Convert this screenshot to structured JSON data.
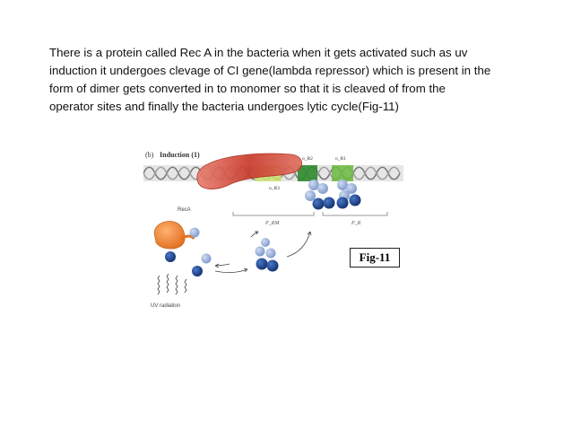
{
  "text": {
    "lines": [
      "There is a protein called Rec A in the bacteria when it gets activated such as uv",
      "induction it undergoes clevage of CI gene(lambda repressor) which is present in the",
      "form of dimer gets converted in to monomer so that it is cleaved of from the",
      "operator sites and finally the bacteria undergoes lytic cycle(Fig-11)"
    ]
  },
  "figure": {
    "panel_label": "(b)",
    "panel_title": "Induction (1)",
    "reca_label": "RecA",
    "uv_label": "UV radiation",
    "operator_labels": [
      "o_R2",
      "o_R1",
      "o_R3"
    ],
    "promoter_labels": [
      "P_RM",
      "P_R"
    ],
    "colors": {
      "reca": "#c83a2a",
      "reca_light": "#f0a080",
      "reca_orange": "#f08a3a",
      "operator_green": "#3a9a3a",
      "operator_light": "#b8d860",
      "repressor_dark": "#1a3f8a",
      "repressor_light": "#8aa6d6",
      "dna": "#888888"
    }
  },
  "fig_label": "Fig-11"
}
